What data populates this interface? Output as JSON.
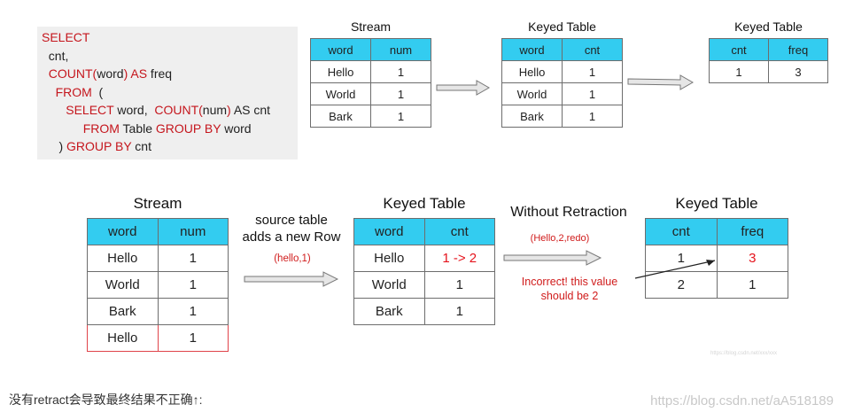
{
  "sql": {
    "lines": [
      [
        {
          "t": "SELECT",
          "kw": true
        }
      ],
      [
        {
          "t": "  cnt,",
          "kw": false
        }
      ],
      [
        {
          "t": "  ",
          "kw": false
        },
        {
          "t": "COUNT(",
          "kw": true
        },
        {
          "t": "word",
          "kw": false
        },
        {
          "t": ") AS",
          "kw": true
        },
        {
          "t": " freq",
          "kw": false
        }
      ],
      [
        {
          "t": "    ",
          "kw": false
        },
        {
          "t": "FROM",
          "kw": true
        },
        {
          "t": "  (",
          "kw": false
        }
      ],
      [
        {
          "t": "       ",
          "kw": false
        },
        {
          "t": "SELECT",
          "kw": true
        },
        {
          "t": " word,  ",
          "kw": false
        },
        {
          "t": "COUNT(",
          "kw": true
        },
        {
          "t": "num",
          "kw": false
        },
        {
          "t": ")",
          "kw": true
        },
        {
          "t": " AS cnt",
          "kw": false
        }
      ],
      [
        {
          "t": "            ",
          "kw": false
        },
        {
          "t": "FROM",
          "kw": true
        },
        {
          "t": " Table ",
          "kw": false
        },
        {
          "t": "GROUP BY",
          "kw": true
        },
        {
          "t": " word",
          "kw": false
        }
      ],
      [
        {
          "t": "     ) ",
          "kw": false
        },
        {
          "t": "GROUP BY",
          "kw": true
        },
        {
          "t": " cnt",
          "kw": false
        }
      ]
    ]
  },
  "top": {
    "stream": {
      "title": "Stream",
      "headers": [
        "word",
        "num"
      ],
      "rows": [
        [
          "Hello",
          "1"
        ],
        [
          "World",
          "1"
        ],
        [
          "Bark",
          "1"
        ]
      ]
    },
    "keyed1": {
      "title": "Keyed Table",
      "headers": [
        "word",
        "cnt"
      ],
      "rows": [
        [
          "Hello",
          "1"
        ],
        [
          "World",
          "1"
        ],
        [
          "Bark",
          "1"
        ]
      ]
    },
    "keyed2": {
      "title": "Keyed Table",
      "headers": [
        "cnt",
        "freq"
      ],
      "rows": [
        [
          "1",
          "3"
        ]
      ]
    }
  },
  "bottom": {
    "stream": {
      "title": "Stream",
      "headers": [
        "word",
        "num"
      ],
      "rows": [
        [
          "Hello",
          "1"
        ],
        [
          "World",
          "1"
        ],
        [
          "Bark",
          "1"
        ],
        [
          "Hello",
          "1"
        ]
      ]
    },
    "keyed1": {
      "title": "Keyed Table",
      "headers": [
        "word",
        "cnt"
      ],
      "rows": [
        [
          "Hello",
          "1 -> 2"
        ],
        [
          "World",
          "1"
        ],
        [
          "Bark",
          "1"
        ]
      ]
    },
    "keyed2": {
      "title": "Keyed Table",
      "headers": [
        "cnt",
        "freq"
      ],
      "rows": [
        [
          "1",
          "3"
        ],
        [
          "2",
          "1"
        ]
      ]
    },
    "source_note": "source table\nadds a new Row",
    "hello_label": "(hello,1)",
    "without_retraction": "Without Retraction",
    "redo_label": "(Hello,2,redo)",
    "incorrect_note": "Incorrect! this value\nshould be 2"
  },
  "caption": "没有retract会导致最终结果不正确↑:",
  "watermark": "https://blog.csdn.net/aA518189",
  "watermark_small": "https://blog.csdn.net/xxx/xxx",
  "colors": {
    "header_bg": "#33ccf0",
    "keyword": "#c5161d",
    "highlight": "#e5131c"
  }
}
